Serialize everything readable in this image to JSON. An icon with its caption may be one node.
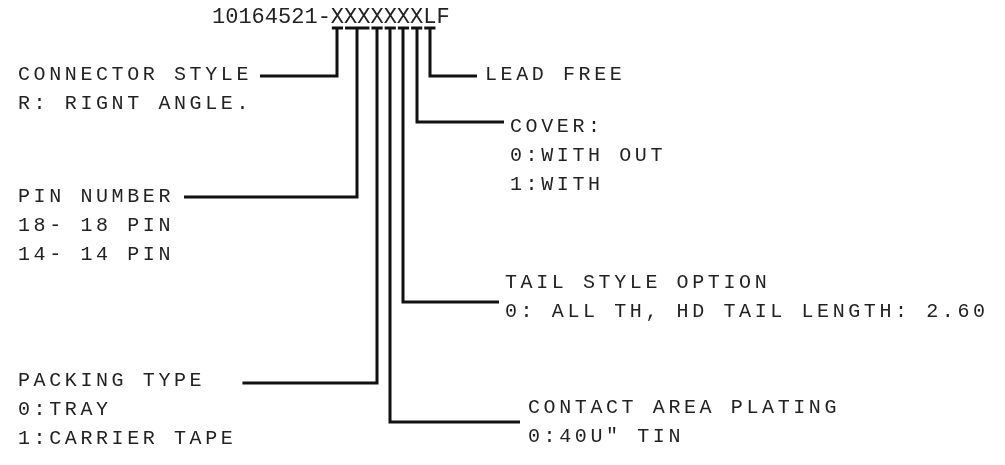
{
  "diagram": {
    "nodes": [
      {
        "text": [
          "10164521-XXXXXXXLF"
        ]
      },
      {
        "text": [
          "CONNECTOR STYLE",
          "R: RIGNT ANGLE."
        ]
      },
      {
        "text": [
          "LEAD FREE"
        ]
      },
      {
        "text": [
          "COVER:",
          "0:WITH OUT",
          "1:WITH"
        ]
      },
      {
        "text": [
          "PIN NUMBER",
          "18- 18 PIN",
          "14- 14 PIN"
        ]
      },
      {
        "text": [
          "TAIL STYLE OPTION",
          "0: ALL TH, HD TAIL LENGTH: 2.60"
        ]
      },
      {
        "text": [
          "PACKING TYPE",
          "0:TRAY",
          "1:CARRIER TAPE"
        ]
      },
      {
        "text": [
          "CONTACT AREA PLATING",
          "0:40U\" TIN"
        ]
      }
    ],
    "edges": [
      {
        "from": 1,
        "to": 0,
        "arrow": "none"
      },
      {
        "from": 2,
        "to": 0,
        "arrow": "none"
      },
      {
        "from": 3,
        "to": 0,
        "arrow": "none"
      },
      {
        "from": 4,
        "to": 0,
        "arrow": "none"
      },
      {
        "from": 5,
        "to": 0,
        "arrow": "none"
      },
      {
        "from": 6,
        "to": 0,
        "arrow": "none"
      },
      {
        "from": 7,
        "to": 0,
        "arrow": "none"
      }
    ]
  }
}
